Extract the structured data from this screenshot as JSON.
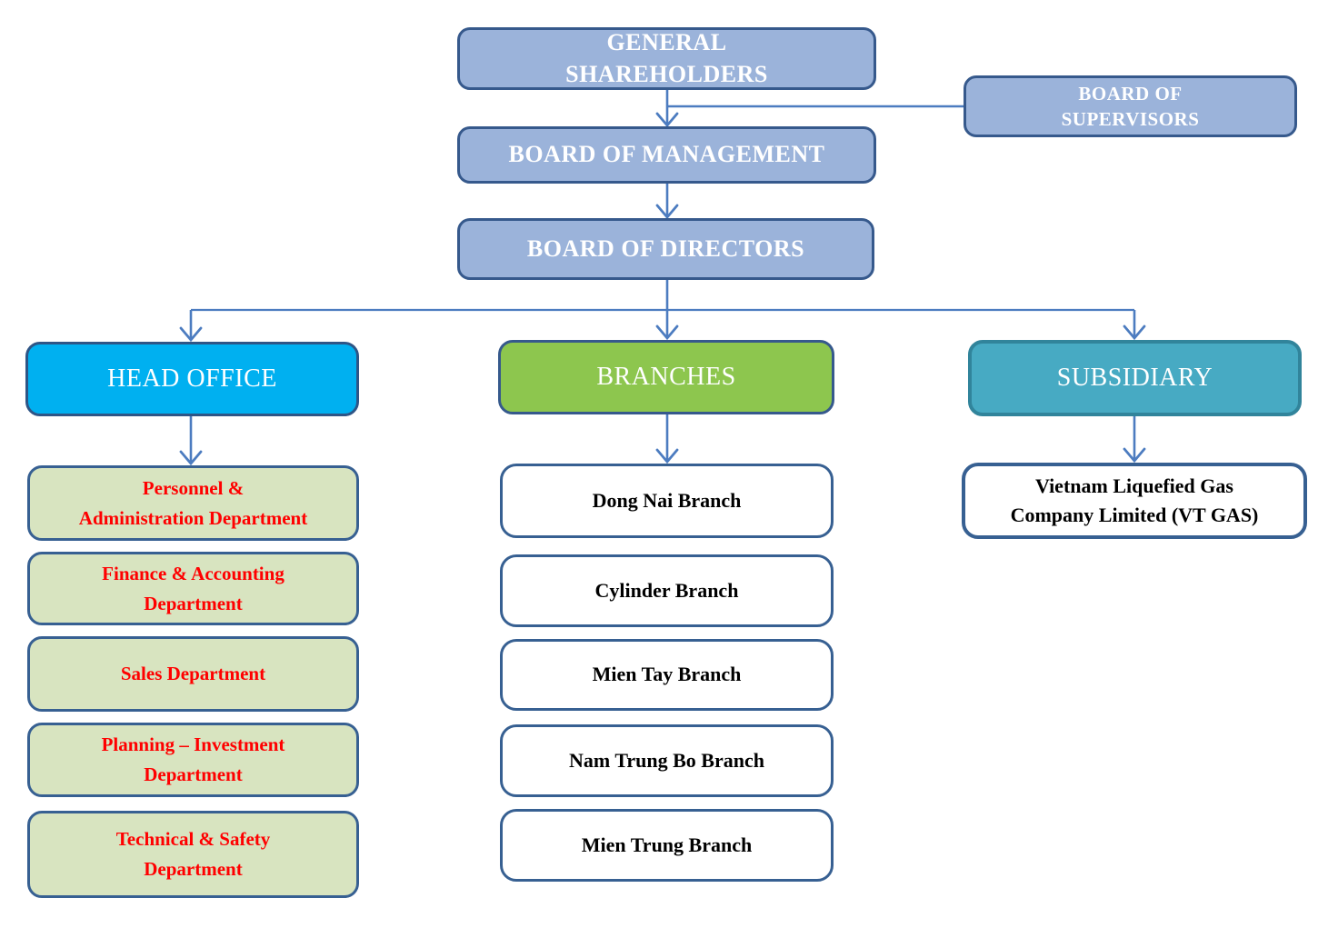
{
  "nodes": {
    "general_shareholders": "GENERAL\nSHAREHOLDERS",
    "board_of_supervisors": "BOARD OF\nSUPERVISORS",
    "board_of_management": "BOARD OF MANAGEMENT",
    "board_of_directors": "BOARD OF DIRECTORS",
    "head_office": "HEAD OFFICE",
    "branches": "BRANCHES",
    "subsidiary": "SUBSIDIARY"
  },
  "head_office_departments": [
    "Personnel &\nAdministration Department",
    "Finance & Accounting\nDepartment",
    "Sales Department",
    "Planning – Investment\nDepartment",
    "Technical & Safety\nDepartment"
  ],
  "branch_list": [
    "Dong Nai Branch",
    "Cylinder Branch",
    "Mien Tay Branch",
    "Nam Trung Bo Branch",
    "Mien Trung Branch"
  ],
  "subsidiary_companies": [
    "Vietnam Liquefied Gas\nCompany Limited (VT GAS)"
  ],
  "colors": {
    "level1_fill": "#9BB3DA",
    "level1_border": "#36598C",
    "head_office_fill": "#00B0F0",
    "branches_fill": "#8DC64E",
    "subsidiary_fill": "#47AAC3",
    "subsidiary_border": "#31849B",
    "department_fill": "#D8E4C0",
    "department_text": "#FF0000",
    "box_border": "#376092",
    "connector": "#4C7CC0",
    "white_fill": "#FFFFFF",
    "branch_text": "#000000",
    "level1_text": "#FFFFFF"
  }
}
